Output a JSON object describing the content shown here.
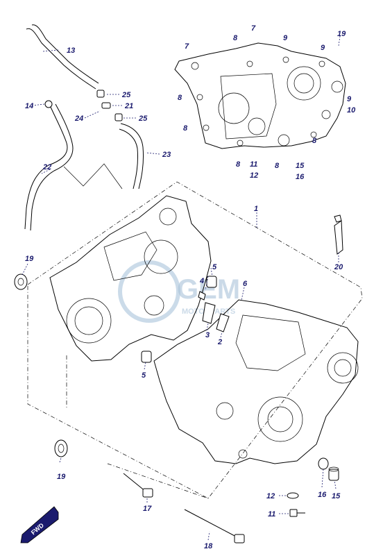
{
  "diagram": {
    "callouts": {
      "c1": "1",
      "c2": "2",
      "c3": "3",
      "c4": "4",
      "c5a": "5",
      "c5b": "5",
      "c6": "6",
      "c7a": "7",
      "c7b": "7",
      "c8a": "8",
      "c8b": "8",
      "c8c": "8",
      "c8d": "8",
      "c8e": "8",
      "c8f": "8",
      "c9a": "9",
      "c9b": "9",
      "c9c": "9",
      "c10": "10",
      "c11a": "11",
      "c11b": "11",
      "c12a": "12",
      "c12b": "12",
      "c13": "13",
      "c14": "14",
      "c15a": "15",
      "c15b": "15",
      "c16a": "16",
      "c16b": "16",
      "c17": "17",
      "c18": "18",
      "c19a": "19",
      "c19b": "19",
      "c19c": "19",
      "c20": "20",
      "c21": "21",
      "c22": "22",
      "c23": "23",
      "c24": "24",
      "c25a": "25",
      "c25b": "25"
    },
    "direction_arrow": "FWD",
    "watermark": {
      "line1": "GEM",
      "line2": "MOTORPARTS"
    }
  }
}
